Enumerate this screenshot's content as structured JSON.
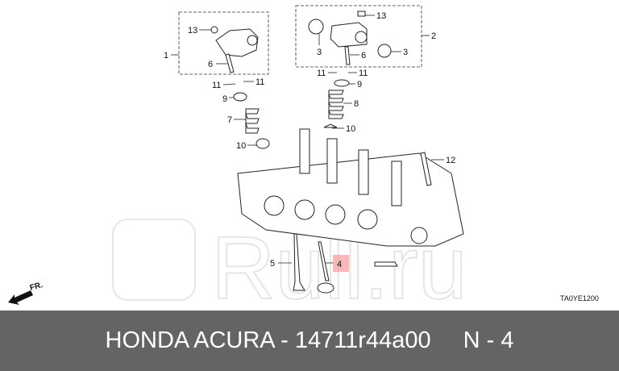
{
  "diagram": {
    "callouts": [
      "13",
      "1",
      "6",
      "11",
      "11",
      "9",
      "7",
      "10",
      "13",
      "2",
      "3",
      "6",
      "3",
      "11",
      "11",
      "9",
      "8",
      "10",
      "12",
      "5",
      "4"
    ],
    "highlighted_callout": "4",
    "highlight_color": "#f4a6a6",
    "direction_label": "FR.",
    "drawing_code": "TA0YE1200",
    "watermark": "Rull.ru"
  },
  "footer": {
    "title": "HONDA ACURA - 14711r44a00",
    "ref": "N - 4"
  }
}
